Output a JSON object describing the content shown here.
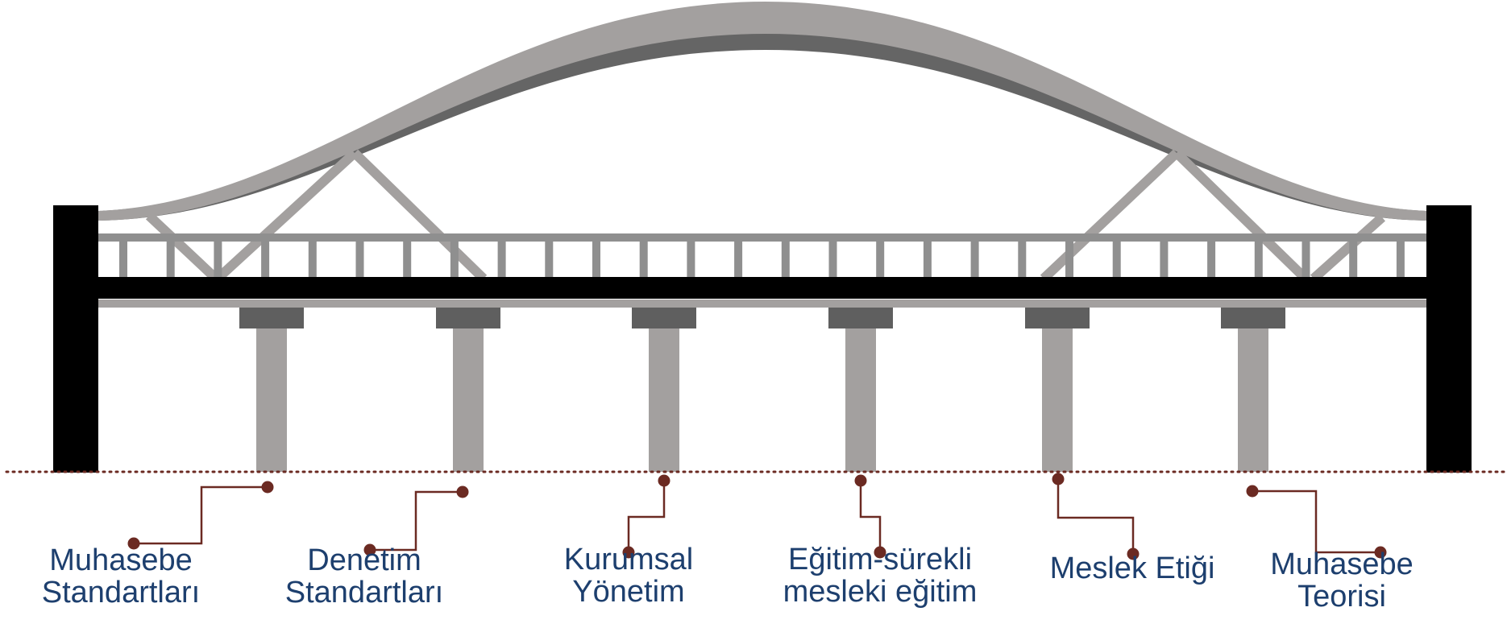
{
  "colors": {
    "arch_light": "#a3a09f",
    "arch_dark": "#656565",
    "deck": "#000000",
    "rail": "#8f8f8f",
    "pillar": "#a3a09f",
    "cap": "#5f5f5f",
    "tower": "#000000",
    "ground": "#6b2a22",
    "connector": "#6b2a22",
    "label": "#1d3f6e"
  },
  "pillars": [
    {
      "label_lines": [
        "Muhasebe",
        "Standartları"
      ]
    },
    {
      "label_lines": [
        "Denetim",
        "Standartları"
      ]
    },
    {
      "label_lines": [
        "Kurumsal",
        "Yönetim"
      ]
    },
    {
      "label_lines": [
        "Eğitim-sürekli",
        "mesleki eğitim"
      ]
    },
    {
      "label_lines": [
        "Meslek Etiği"
      ]
    },
    {
      "label_lines": [
        "Muhasebe",
        "Teorisi"
      ]
    }
  ]
}
